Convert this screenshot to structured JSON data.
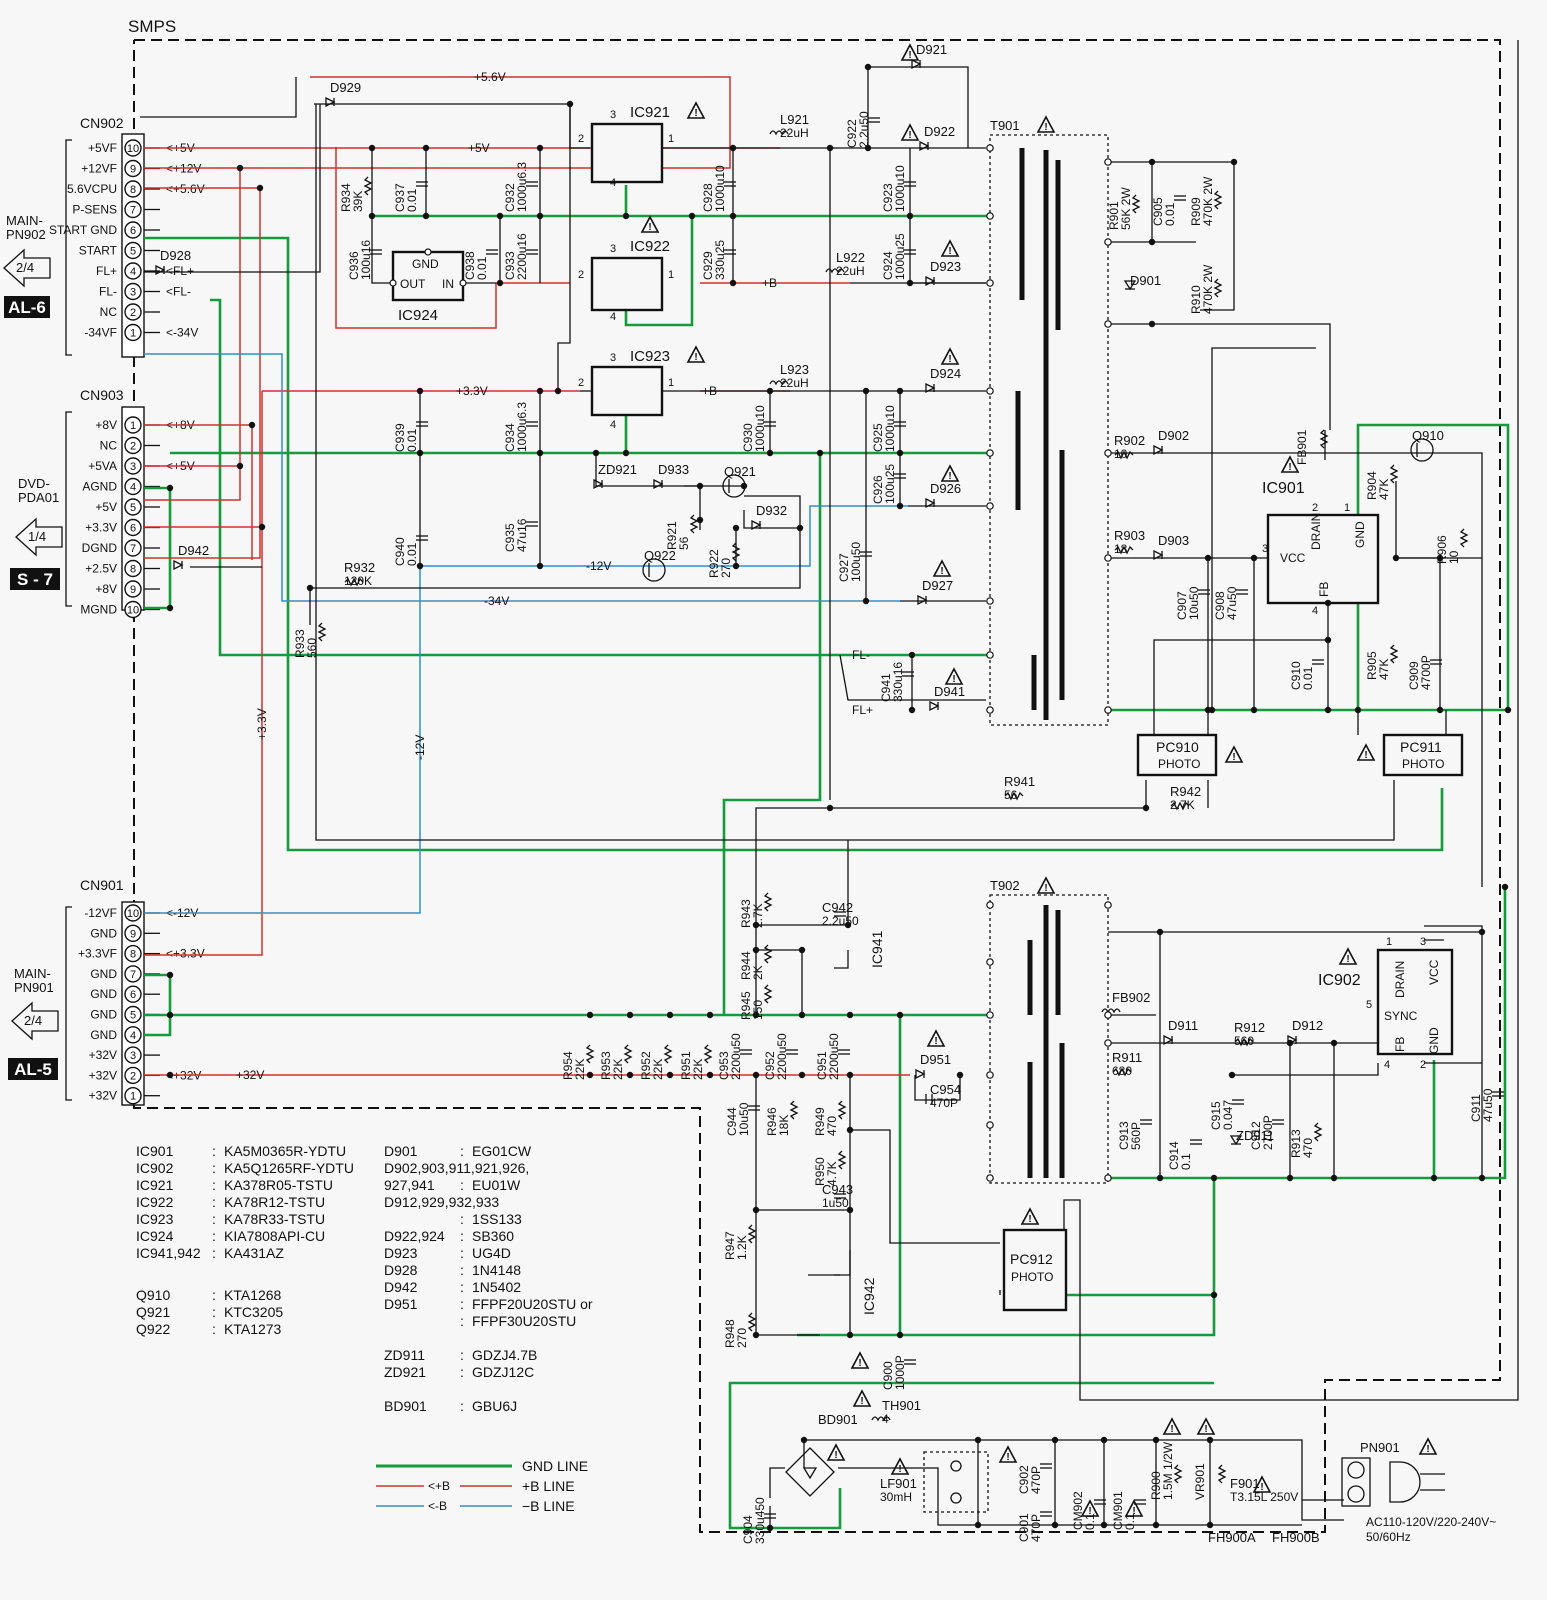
{
  "frame_title": "SMPS",
  "connectors": {
    "cn902": {
      "name": "CN902",
      "pins": [
        {
          "num": "10",
          "label": "+5VF",
          "net": "+5V"
        },
        {
          "num": "9",
          "label": "+12VF",
          "net": "+12V"
        },
        {
          "num": "8",
          "label": "5.6VCPU",
          "net": "+5.6V"
        },
        {
          "num": "7",
          "label": "P-SENS",
          "net": ""
        },
        {
          "num": "6",
          "label": "START GND",
          "net": ""
        },
        {
          "num": "5",
          "label": "START",
          "net": ""
        },
        {
          "num": "4",
          "label": "FL+",
          "net": "FL+"
        },
        {
          "num": "3",
          "label": "FL-",
          "net": "FL-"
        },
        {
          "num": "2",
          "label": "NC",
          "net": ""
        },
        {
          "num": "1",
          "label": "-34VF",
          "net": "-34V"
        }
      ],
      "dest_line1": "MAIN-",
      "dest_line2": "PN902",
      "dest_page": "2/4",
      "dest_tag": "AL-6"
    },
    "cn903": {
      "name": "CN903",
      "pins": [
        {
          "num": "1",
          "label": "+8V",
          "net": "+8V"
        },
        {
          "num": "2",
          "label": "NC",
          "net": ""
        },
        {
          "num": "3",
          "label": "+5VA",
          "net": "+5V"
        },
        {
          "num": "4",
          "label": "AGND",
          "net": ""
        },
        {
          "num": "5",
          "label": "+5V",
          "net": ""
        },
        {
          "num": "6",
          "label": "+3.3V",
          "net": ""
        },
        {
          "num": "7",
          "label": "DGND",
          "net": ""
        },
        {
          "num": "8",
          "label": "+2.5V",
          "net": ""
        },
        {
          "num": "9",
          "label": "+8V",
          "net": ""
        },
        {
          "num": "10",
          "label": "MGND",
          "net": ""
        }
      ],
      "dest_line1": "DVD-",
      "dest_line2": "PDA01",
      "dest_page": "1/4",
      "dest_tag": "S - 7"
    },
    "cn901": {
      "name": "CN901",
      "pins": [
        {
          "num": "10",
          "label": "-12VF",
          "net": "-12V"
        },
        {
          "num": "9",
          "label": "GND",
          "net": ""
        },
        {
          "num": "8",
          "label": "+3.3VF",
          "net": "+3.3V"
        },
        {
          "num": "7",
          "label": "GND",
          "net": ""
        },
        {
          "num": "6",
          "label": "GND",
          "net": ""
        },
        {
          "num": "5",
          "label": "GND",
          "net": ""
        },
        {
          "num": "4",
          "label": "GND",
          "net": ""
        },
        {
          "num": "3",
          "label": "+32V",
          "net": ""
        },
        {
          "num": "2",
          "label": "+32V",
          "net": "+32V"
        },
        {
          "num": "1",
          "label": "+32V",
          "net": ""
        }
      ],
      "dest_line1": "MAIN-",
      "dest_line2": "PN901",
      "dest_page": "2/4",
      "dest_tag": "AL-5"
    },
    "pn901": {
      "name": "PN901",
      "ac": "AC110-120V/220-240V~",
      "freq": "50/60Hz"
    }
  },
  "nets": {
    "v56": "+5.6V",
    "v5": "+5V",
    "v33": "+3.3V",
    "vb1": "+B",
    "vb2": "+B",
    "vm12": "-12V",
    "vm34": "-34V",
    "flm": "FL-",
    "flp": "FL+",
    "v33v": "+3.3V",
    "vm12v": "-12V",
    "v32": "+32V"
  },
  "ics": {
    "ic921": {
      "name": "IC921",
      "p_in": "2",
      "p_out": "1",
      "p_gnd": "3",
      "p_4": "4"
    },
    "ic922": {
      "name": "IC922",
      "p_in": "2",
      "p_out": "1",
      "p_gnd": "3",
      "p_4": "4"
    },
    "ic923": {
      "name": "IC923",
      "p_in": "2",
      "p_out": "1",
      "p_gnd": "3",
      "p_4": "4"
    },
    "ic924": {
      "name": "IC924",
      "gnd": "GND",
      "out": "OUT",
      "in": "IN"
    },
    "ic901": {
      "name": "IC901",
      "drain": "DRAIN",
      "gnd": "GND",
      "vcc": "VCC",
      "fb": "FB",
      "p1": "1",
      "p2": "2",
      "p3": "3",
      "p4": "4"
    },
    "ic902": {
      "name": "IC902",
      "drain": "DRAIN",
      "vcc": "VCC",
      "sync": "SYNC",
      "fb": "FB",
      "gnd": "GND",
      "p1": "1",
      "p2": "2",
      "p3": "3",
      "p4": "4",
      "p5": "5"
    },
    "ic941": {
      "name": "IC941"
    },
    "ic942": {
      "name": "IC942"
    },
    "pc910": {
      "name": "PC910",
      "sub": "PHOTO"
    },
    "pc911": {
      "name": "PC911",
      "sub": "PHOTO"
    },
    "pc912": {
      "name": "PC912",
      "sub": "PHOTO"
    }
  },
  "transformers": {
    "t901": "T901",
    "t902": "T902"
  },
  "components": [
    {
      "ref": "D921"
    },
    {
      "ref": "D922"
    },
    {
      "ref": "D923"
    },
    {
      "ref": "D924"
    },
    {
      "ref": "D926"
    },
    {
      "ref": "D927"
    },
    {
      "ref": "D929"
    },
    {
      "ref": "D928"
    },
    {
      "ref": "D942"
    },
    {
      "ref": "D933"
    },
    {
      "ref": "D932"
    },
    {
      "ref": "ZD921"
    },
    {
      "ref": "Q921"
    },
    {
      "ref": "Q922"
    },
    {
      "ref": "D941"
    },
    {
      "ref": "D902"
    },
    {
      "ref": "D903"
    },
    {
      "ref": "D901"
    },
    {
      "ref": "Q910"
    },
    {
      "ref": "FB901"
    },
    {
      "ref": "D911"
    },
    {
      "ref": "D912"
    },
    {
      "ref": "FB902"
    },
    {
      "ref": "D951"
    },
    {
      "ref": "ZD911"
    },
    {
      "ref": "BD901"
    },
    {
      "ref": "TH901",
      "val": "4"
    },
    {
      "ref": "LF901",
      "val": "30mH"
    },
    {
      "ref": "F901",
      "val": "T3.15L 250V"
    },
    {
      "ref": "FH900A"
    },
    {
      "ref": "FH900B"
    },
    {
      "ref": "L921",
      "val": "22uH"
    },
    {
      "ref": "L922",
      "val": "22uH"
    },
    {
      "ref": "L923",
      "val": "22uH"
    },
    {
      "ref": "C922",
      "val": "2.2u50"
    },
    {
      "ref": "R934",
      "val": "39K"
    },
    {
      "ref": "C937",
      "val": "0.01"
    },
    {
      "ref": "C932",
      "val": "1000u6.3"
    },
    {
      "ref": "C928",
      "val": "1000u10"
    },
    {
      "ref": "C923",
      "val": "1000u10"
    },
    {
      "ref": "C936",
      "val": "100u16"
    },
    {
      "ref": "C938",
      "val": "0.01"
    },
    {
      "ref": "C933",
      "val": "2200u16"
    },
    {
      "ref": "C929",
      "val": "330u25"
    },
    {
      "ref": "C924",
      "val": "1000u25"
    },
    {
      "ref": "C939",
      "val": "0.01"
    },
    {
      "ref": "C934",
      "val": "1000u6.3"
    },
    {
      "ref": "C930",
      "val": "1000u10"
    },
    {
      "ref": "C925",
      "val": "1000u10"
    },
    {
      "ref": "C926",
      "val": "100u25"
    },
    {
      "ref": "C940",
      "val": "0.01"
    },
    {
      "ref": "C935",
      "val": "47u16"
    },
    {
      "ref": "R921",
      "val": "56"
    },
    {
      "ref": "R922",
      "val": "270"
    },
    {
      "ref": "C927",
      "val": "100u50"
    },
    {
      "ref": "R932",
      "val": "120K"
    },
    {
      "ref": "R933",
      "val": "560"
    },
    {
      "ref": "C941",
      "val": "330u16"
    },
    {
      "ref": "R901",
      "val": "56K 2W"
    },
    {
      "ref": "C905",
      "val": "0.01"
    },
    {
      "ref": "R909",
      "val": "470K 2W"
    },
    {
      "ref": "R910",
      "val": "470K 2W"
    },
    {
      "ref": "R902",
      "val": "10"
    },
    {
      "ref": "R903",
      "val": "18"
    },
    {
      "ref": "C907",
      "val": "10u50"
    },
    {
      "ref": "C908",
      "val": "47u50"
    },
    {
      "ref": "R904",
      "val": "47K"
    },
    {
      "ref": "R906",
      "val": "10"
    },
    {
      "ref": "R905",
      "val": "47K"
    },
    {
      "ref": "C909",
      "val": "4700P"
    },
    {
      "ref": "C910",
      "val": "0.01"
    },
    {
      "ref": "R941",
      "val": "56"
    },
    {
      "ref": "R942",
      "val": "2.7K"
    },
    {
      "ref": "R943",
      "val": "2.7K"
    },
    {
      "ref": "C942",
      "val": "2.2u50"
    },
    {
      "ref": "R944",
      "val": "2K"
    },
    {
      "ref": "R945",
      "val": "150"
    },
    {
      "ref": "R954",
      "val": "22K"
    },
    {
      "ref": "R953",
      "val": "22K"
    },
    {
      "ref": "R952",
      "val": "22K"
    },
    {
      "ref": "R951",
      "val": "22K"
    },
    {
      "ref": "C953",
      "val": "2200u50"
    },
    {
      "ref": "C952",
      "val": "2200u50"
    },
    {
      "ref": "C951",
      "val": "2200u50"
    },
    {
      "ref": "C954",
      "val": "470P"
    },
    {
      "ref": "C944",
      "val": "10u50"
    },
    {
      "ref": "R946",
      "val": "18K"
    },
    {
      "ref": "R949",
      "val": "470"
    },
    {
      "ref": "R950",
      "val": "4.7K"
    },
    {
      "ref": "C943",
      "val": "1u50"
    },
    {
      "ref": "R947",
      "val": "1.2K"
    },
    {
      "ref": "R948",
      "val": "270"
    },
    {
      "ref": "C900",
      "val": "1000P"
    },
    {
      "ref": "R911",
      "val": "680"
    },
    {
      "ref": "R912",
      "val": "560"
    },
    {
      "ref": "C913",
      "val": "560P"
    },
    {
      "ref": "C914",
      "val": "0.1"
    },
    {
      "ref": "C915",
      "val": "0.047"
    },
    {
      "ref": "C912",
      "val": "2700P"
    },
    {
      "ref": "R913",
      "val": "470"
    },
    {
      "ref": "C911",
      "val": "47u50"
    },
    {
      "ref": "C904",
      "val": "330u450"
    },
    {
      "ref": "C902",
      "val": "470P"
    },
    {
      "ref": "C901",
      "val": "470P"
    },
    {
      "ref": "CM902",
      "val": "0.1"
    },
    {
      "ref": "CM901",
      "val": "0.1"
    },
    {
      "ref": "R900",
      "val": "1.5M 1/2W"
    },
    {
      "ref": "VR901",
      "val": ""
    }
  ],
  "parts_list": [
    {
      "ref": "IC901",
      "part": "KA5M0365R-YDTU"
    },
    {
      "ref": "IC902",
      "part": "KA5Q1265RF-YDTU"
    },
    {
      "ref": "IC921",
      "part": "KA378R05-TSTU"
    },
    {
      "ref": "IC922",
      "part": "KA78R12-TSTU"
    },
    {
      "ref": "IC923",
      "part": "KA78R33-TSTU"
    },
    {
      "ref": "IC924",
      "part": "KIA7808API-CU"
    },
    {
      "ref": "IC941,942",
      "part": "KA431AZ"
    },
    {
      "ref": "Q910",
      "part": "KTA1268"
    },
    {
      "ref": "Q921",
      "part": "KTC3205"
    },
    {
      "ref": "Q922",
      "part": "KTA1273"
    }
  ],
  "parts_list2": [
    {
      "ref": "D901",
      "part": "EG01CW"
    },
    {
      "ref": "D902,903,911,921,926,",
      "part": ""
    },
    {
      "ref": "  927,941",
      "part": "EU01W"
    },
    {
      "ref": "D912,929,932,933",
      "part": ""
    },
    {
      "ref": "",
      "part": "1SS133"
    },
    {
      "ref": "D922,924",
      "part": "SB360"
    },
    {
      "ref": "D923",
      "part": "UG4D"
    },
    {
      "ref": "D928",
      "part": "1N4148"
    },
    {
      "ref": "D942",
      "part": "1N5402"
    },
    {
      "ref": "D951",
      "part": "FFPF20U20STU or"
    },
    {
      "ref": "",
      "part": "FFPF30U20STU"
    },
    {
      "ref": "ZD911",
      "part": "GDZJ4.7B"
    },
    {
      "ref": "ZD921",
      "part": "GDZJ12C"
    },
    {
      "ref": "BD901",
      "part": "GBU6J"
    }
  ],
  "legend": [
    {
      "tag": "",
      "label": "GND LINE",
      "color": "#159a3c"
    },
    {
      "tag": "+B",
      "label": "+B LINE",
      "color": "#d0312d"
    },
    {
      "tag": "-B",
      "label": "−B LINE",
      "color": "#2e8fcf"
    }
  ]
}
